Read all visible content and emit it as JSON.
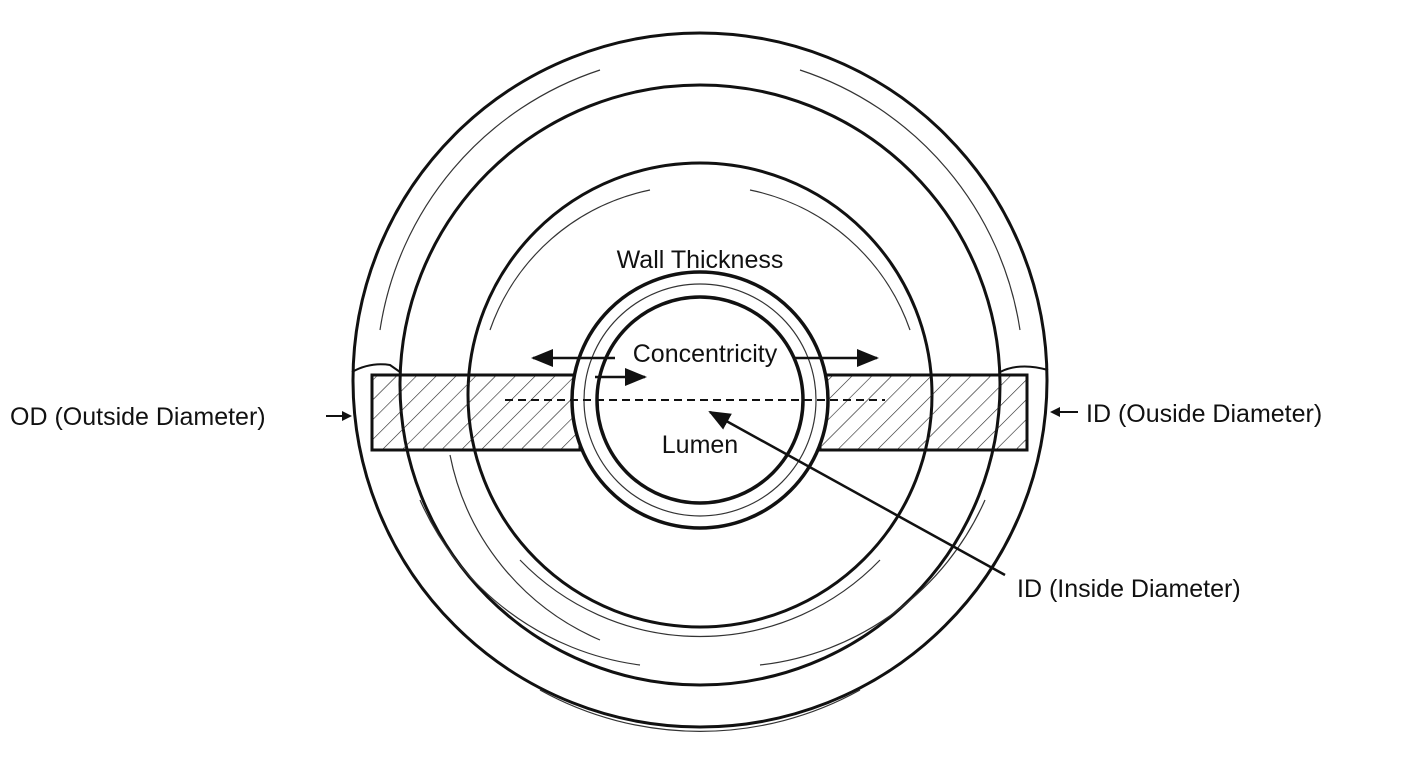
{
  "title": "Tube cross-section diagram",
  "labels": {
    "wall_thickness": "Wall Thickness",
    "concentricity": "Concentricity",
    "lumen": "Lumen",
    "od": "OD (Outside Diameter)",
    "id_right": "ID (Ouside Diameter)",
    "id_inside": "ID (Inside Diameter)"
  },
  "colors": {
    "line": "#111111",
    "background": "#ffffff"
  }
}
